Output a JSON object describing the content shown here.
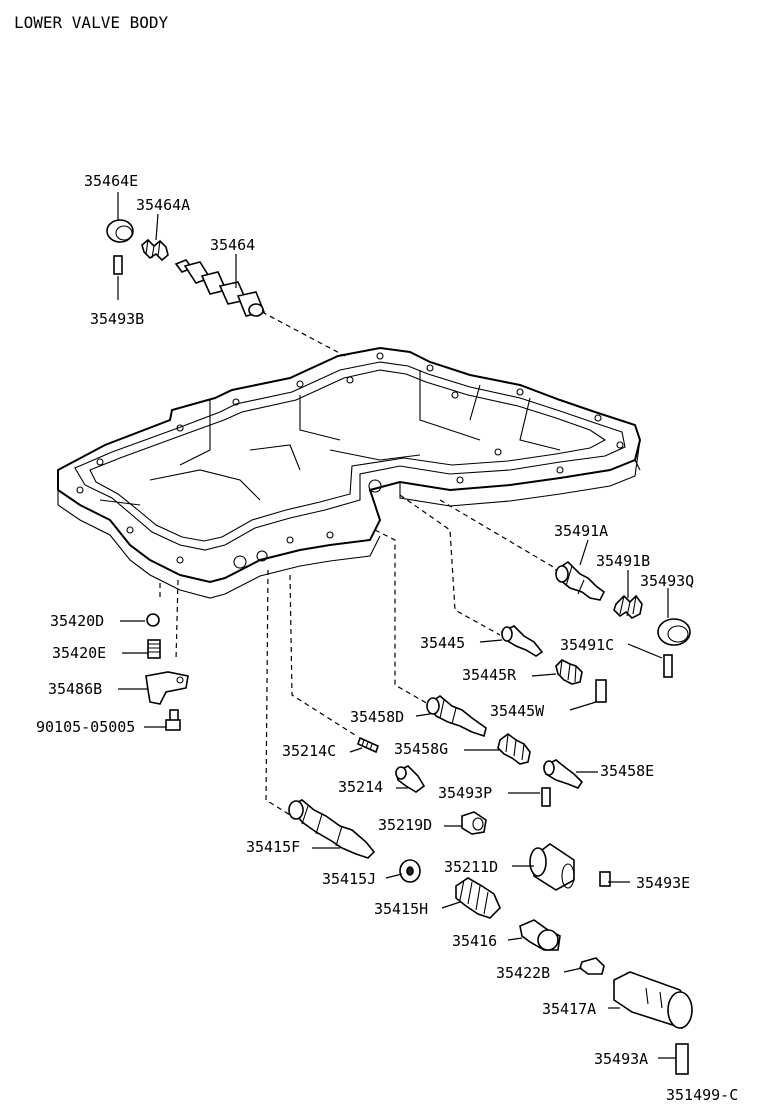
{
  "title": "LOWER VALVE BODY",
  "figure_code": "351499-C",
  "labels": {
    "p35464E": "35464E",
    "p35464A": "35464A",
    "p35464": "35464",
    "p35493B": "35493B",
    "p35491A": "35491A",
    "p35491B": "35491B",
    "p35493Q": "35493Q",
    "p35491C": "35491C",
    "p35420D": "35420D",
    "p35420E": "35420E",
    "p35486B": "35486B",
    "p90105": "90105-05005",
    "p35445": "35445",
    "p35445R": "35445R",
    "p35445W": "35445W",
    "p35458D": "35458D",
    "p35214C": "35214C",
    "p35458G": "35458G",
    "p35458E": "35458E",
    "p35214": "35214",
    "p35493P": "35493P",
    "p35219D": "35219D",
    "p35415F": "35415F",
    "p35415J": "35415J",
    "p35211D": "35211D",
    "p35493E": "35493E",
    "p35415H": "35415H",
    "p35416": "35416",
    "p35422B": "35422B",
    "p35417A": "35417A",
    "p35493A": "35493A"
  }
}
